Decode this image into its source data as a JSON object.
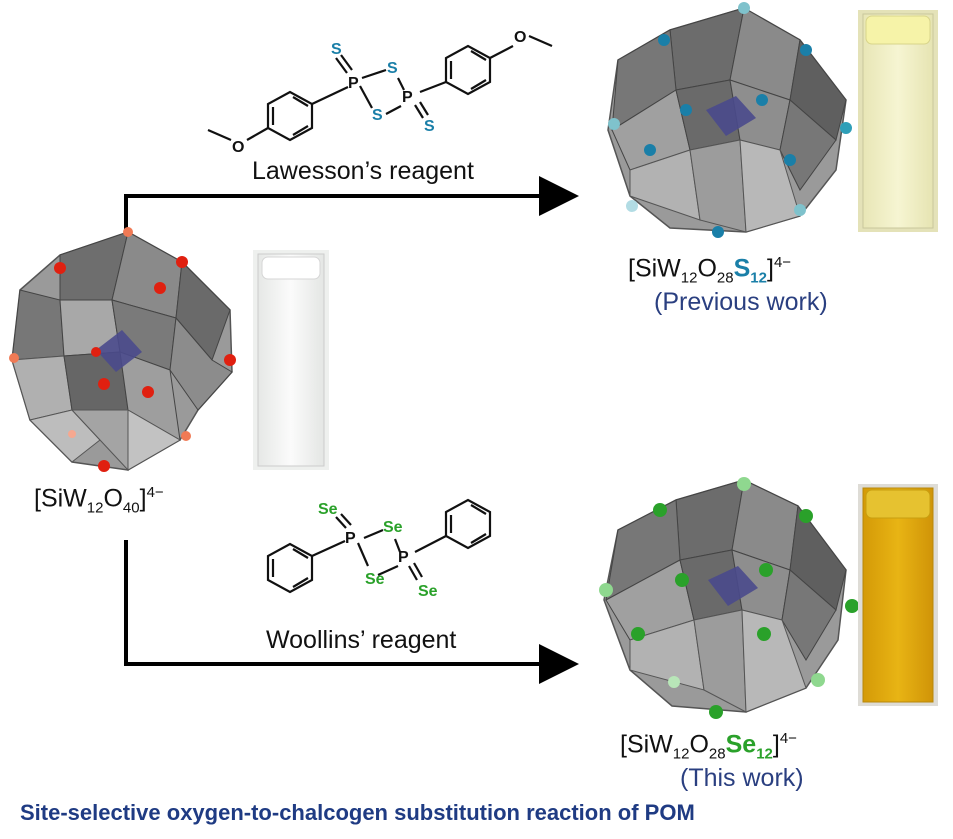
{
  "reagents": {
    "top": {
      "name": "Lawesson’s reagent",
      "atoms": {
        "s_top": "S",
        "s_ring_top": "S",
        "s_ring_bottom": "S",
        "s_right": "S",
        "p_left": "P",
        "p_right": "P"
      }
    },
    "bottom": {
      "name": "Woollins’ reagent",
      "atoms": {
        "se_top": "Se",
        "se_ring_top": "Se",
        "se_ring_bottom": "Se",
        "se_right": "Se",
        "p_left": "P",
        "p_right": "P"
      }
    }
  },
  "compounds": {
    "start": {
      "prefix": "[SiW",
      "sub1": "12",
      "mid": "O",
      "sub2": "40",
      "suffix": "]",
      "charge": "4−"
    },
    "product_s": {
      "prefix": "[SiW",
      "sub1": "12",
      "mid": "O",
      "sub2": "28",
      "chalcogen": "S",
      "chalcogen_sub": "12",
      "suffix": "]",
      "charge": "4−",
      "note": "(Previous work)"
    },
    "product_se": {
      "prefix": "[SiW",
      "sub1": "12",
      "mid": "O",
      "sub2": "28",
      "chalcogen": "Se",
      "chalcogen_sub": "12",
      "suffix": "]",
      "charge": "4−",
      "note": "(This work)"
    }
  },
  "caption": "Site-selective oxygen-to-chalcogen substitution reaction of POM",
  "colors": {
    "sulfur": "#1a7fa8",
    "selenium": "#2aa12a",
    "oxygen": "#e02010",
    "polyhedron": "#8e8e8e",
    "core": "#4a4a8c",
    "caption": "#1f3b83",
    "cuvette_clear": "#f4f5f4",
    "cuvette_yellow": "#f1f0c4",
    "cuvette_orange": "#e2ac0f"
  }
}
